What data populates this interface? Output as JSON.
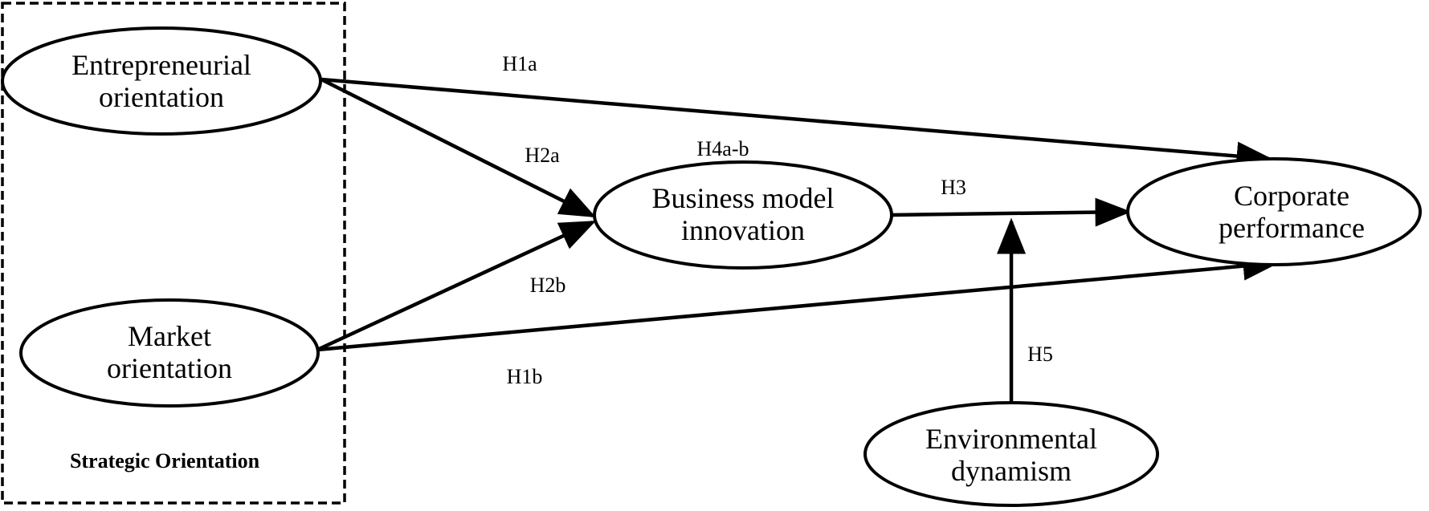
{
  "diagram": {
    "group": {
      "label": "Strategic Orientation"
    },
    "nodes": {
      "entrepreneurial": {
        "line1": "Entrepreneurial",
        "line2": "orientation"
      },
      "market": {
        "line1": "Market",
        "line2": "orientation"
      },
      "bmi": {
        "line1": "Business model",
        "line2": "innovation"
      },
      "performance": {
        "line1": "Corporate",
        "line2": "performance"
      },
      "dynamism": {
        "line1": "Environmental",
        "line2": "dynamism"
      }
    },
    "hypotheses": {
      "h1a": "H1a",
      "h1b": "H1b",
      "h2a": "H2a",
      "h2b": "H2b",
      "h3": "H3",
      "h4": "H4a-b",
      "h5": "H5"
    }
  }
}
